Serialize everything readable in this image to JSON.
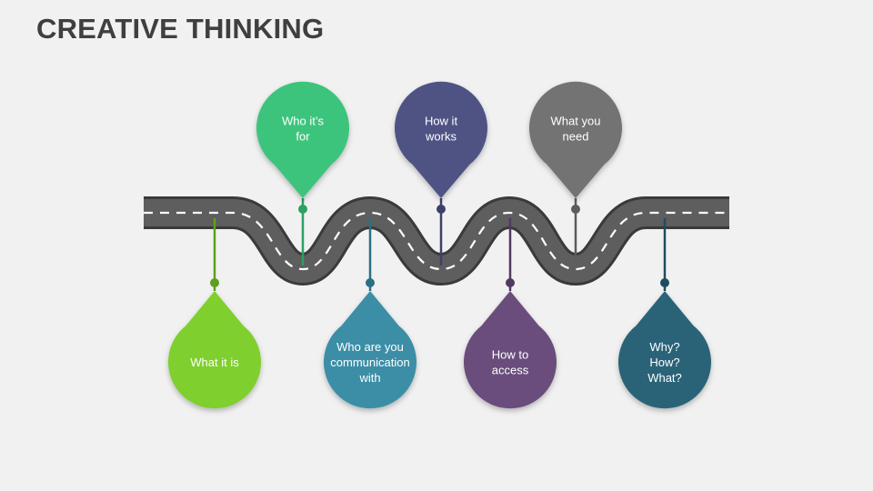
{
  "title": "CREATIVE THINKING",
  "top_pins": [
    {
      "lines": [
        "Who it’s",
        "for"
      ],
      "color": "#3ec47b",
      "dark": "#2da063"
    },
    {
      "lines": [
        "How it",
        "works"
      ],
      "color": "#4f5284",
      "dark": "#3e4069"
    },
    {
      "lines": [
        "What you",
        "need"
      ],
      "color": "#737373",
      "dark": "#5c5c5c"
    }
  ],
  "bottom_pins": [
    {
      "lines": [
        "What it is"
      ],
      "color": "#7fcf2e",
      "dark": "#5f9f1e"
    },
    {
      "lines": [
        "Who are you",
        "communication",
        "with"
      ],
      "color": "#3a8ea6",
      "dark": "#2b6f83"
    },
    {
      "lines": [
        "How to",
        "access"
      ],
      "color": "#6a4d7c",
      "dark": "#513a60"
    },
    {
      "lines": [
        "Why?",
        "How?",
        "What?"
      ],
      "color": "#2a6378",
      "dark": "#1f4d5e"
    }
  ],
  "road_color": "#5e5e5e"
}
